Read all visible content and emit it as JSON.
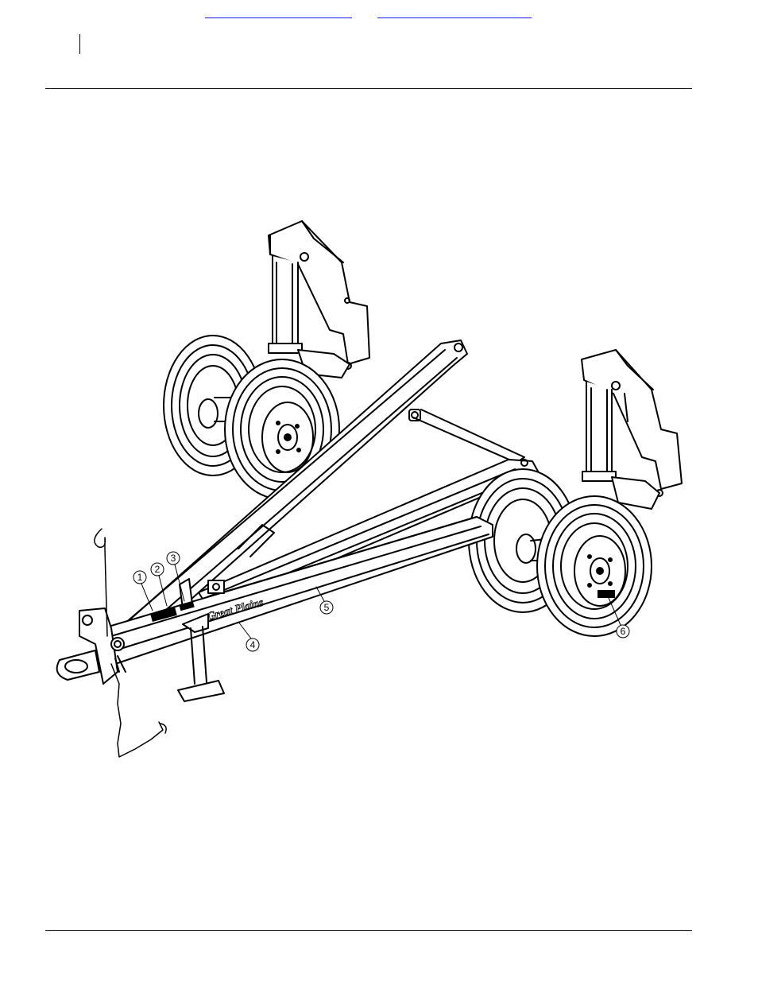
{
  "header": {
    "link_left": "",
    "link_right": ""
  },
  "figure": {
    "brand_decal": "Great Plains",
    "callouts": [
      "1",
      "2",
      "3",
      "4",
      "5",
      "6"
    ]
  }
}
